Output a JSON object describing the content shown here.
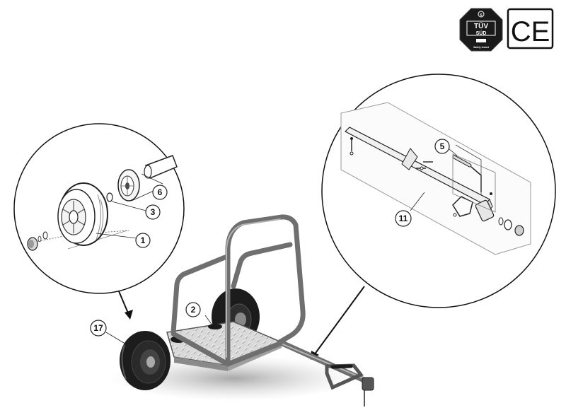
{
  "certifications": {
    "tuv": {
      "line1": "TÜV",
      "line2": "SÜD",
      "footer": "Safety tested",
      "top_mark": "S"
    },
    "ce": {
      "mark": "CE"
    }
  },
  "callouts": {
    "wheel_detail": [
      "1",
      "3",
      "6"
    ],
    "tow_bar_detail": [
      "5",
      "11"
    ],
    "main": [
      "2",
      "17"
    ]
  },
  "colors": {
    "frame": "#6f6f6f",
    "tire": "#1c1c1c",
    "line": "#222222"
  }
}
